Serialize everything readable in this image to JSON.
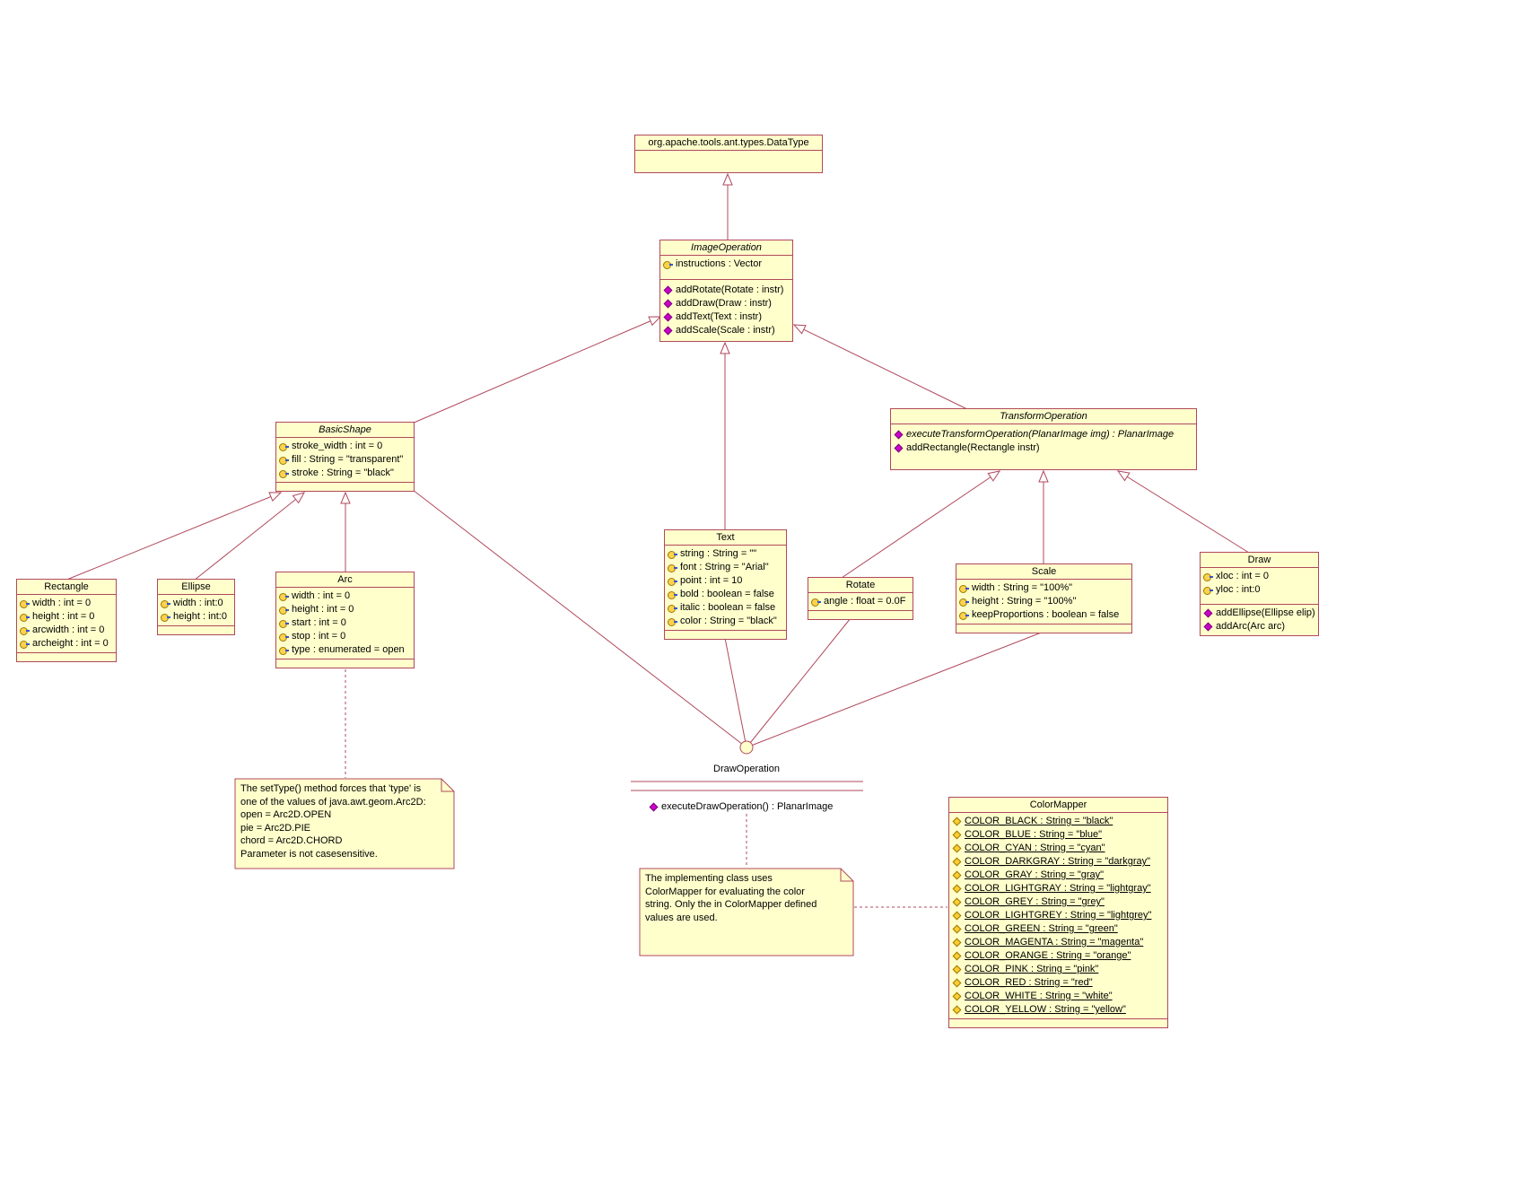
{
  "theme": {
    "background": "#ffffff",
    "box_fill": "#ffffcc",
    "border_color": "#b0485c",
    "text_color": "#000000",
    "operation_icon_color": "#cc00cc",
    "attribute_icon_color": "#ffd24d"
  },
  "classes": {
    "datatype": {
      "name": "org.apache.tools.ant.types.DataType"
    },
    "imageOperation": {
      "name": "ImageOperation",
      "attributes": [
        "instructions : Vector"
      ],
      "operations": [
        "addRotate(Rotate : instr)",
        "addDraw(Draw : instr)",
        "addText(Text : instr)",
        "addScale(Scale : instr)"
      ]
    },
    "basicShape": {
      "name": "BasicShape",
      "attributes": [
        "stroke_width : int = 0",
        "fill : String = \"transparent\"",
        "stroke : String = \"black\""
      ]
    },
    "transformOperation": {
      "name": "TransformOperation",
      "operations": [
        "executeTransformOperation(PlanarImage img) : PlanarImage",
        "addRectangle(Rectangle instr)"
      ]
    },
    "rectangle": {
      "name": "Rectangle",
      "attributes": [
        "width : int = 0",
        "height : int = 0",
        "arcwidth : int = 0",
        "archeight : int = 0"
      ]
    },
    "ellipse": {
      "name": "Ellipse",
      "attributes": [
        "width : int:0",
        "height : int:0"
      ]
    },
    "arc": {
      "name": "Arc",
      "attributes": [
        "width : int = 0",
        "height : int = 0",
        "start : int = 0",
        "stop : int = 0",
        "type : enumerated = open"
      ]
    },
    "text": {
      "name": "Text",
      "attributes": [
        "string : String = \"\"",
        "font : String = \"Arial\"",
        "point : int = 10",
        "bold : boolean = false",
        "italic : boolean = false",
        "color : String = \"black\""
      ]
    },
    "rotate": {
      "name": "Rotate",
      "attributes": [
        "angle : float = 0.0F"
      ]
    },
    "scale": {
      "name": "Scale",
      "attributes": [
        "width : String = \"100%\"",
        "height : String = \"100%\"",
        "keepProportions : boolean = false"
      ]
    },
    "draw": {
      "name": "Draw",
      "attributes": [
        "xloc : int = 0",
        "yloc : int:0"
      ],
      "operations": [
        "addEllipse(Ellipse elip)",
        "addArc(Arc arc)"
      ]
    },
    "colorMapper": {
      "name": "ColorMapper",
      "constants": [
        "COLOR_BLACK : String = \"black\"",
        "COLOR_BLUE : String = \"blue\"",
        "COLOR_CYAN : String = \"cyan\"",
        "COLOR_DARKGRAY : String = \"darkgray\"",
        "COLOR_GRAY : String = \"gray\"",
        "COLOR_LIGHTGRAY : String = \"lightgray\"",
        "COLOR_GREY : String = \"grey\"",
        "COLOR_LIGHTGREY : String = \"lightgrey\"",
        "COLOR_GREEN : String = \"green\"",
        "COLOR_MAGENTA : String = \"magenta\"",
        "COLOR_ORANGE : String = \"orange\"",
        "COLOR_PINK : String = \"pink\"",
        "COLOR_RED : String = \"red\"",
        "COLOR_WHITE : String = \"white\"",
        "COLOR_YELLOW : String = \"yellow\""
      ]
    }
  },
  "interface": {
    "name": "DrawOperation",
    "operations": [
      "executeDrawOperation() : PlanarImage"
    ]
  },
  "notes": {
    "arcNote": "The setType() method forces that 'type' is\none of the values of java.awt.geom.Arc2D:\nopen = Arc2D.OPEN\npie = Arc2D.PIE\nchord = Arc2D.CHORD\nParameter is not casesensitive.",
    "colorNote": "The implementing class uses\nColorMapper for evaluating the color\nstring. Only the in ColorMapper defined\nvalues are used."
  }
}
